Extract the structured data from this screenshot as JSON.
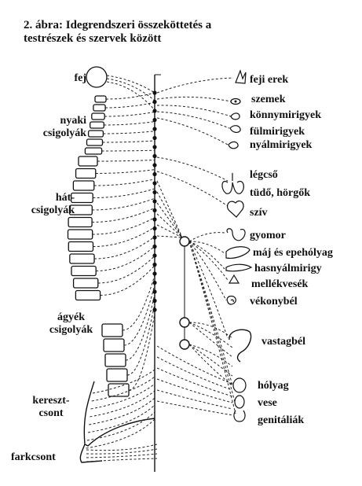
{
  "title_lines": [
    "2. ábra: Idegrendszeri összeköttetés a",
    "testrészek és szervek között"
  ],
  "left_labels": {
    "fej": "fej",
    "nyaki": [
      "nyaki",
      "csigolyák"
    ],
    "hat": [
      "hát-",
      "csigolyák"
    ],
    "agyek": [
      "ágyék",
      "csigolyák"
    ],
    "kereszt": [
      "kereszt-",
      "csont"
    ],
    "farkcsont": "farkcsont"
  },
  "right_labels": {
    "feji_erek": "feji erek",
    "szemek": "szemek",
    "konnymirigyek": "könnymirigyek",
    "fulmirigyek": "fülmirigyek",
    "nyalmirigyek": "nyálmirigyek",
    "legcso": "légcső",
    "tudo": "tüdő, hörgők",
    "sziv": "szív",
    "gyomor": "gyomor",
    "maj": "máj és epehólyag",
    "hasnyal": "hasnyálmirigy",
    "mellek": "mellékvesék",
    "vekony": "vékonybél",
    "vastag": "vastagbél",
    "holyag": "hólyag",
    "vese": "vese",
    "genital": "genitáliák"
  }
}
